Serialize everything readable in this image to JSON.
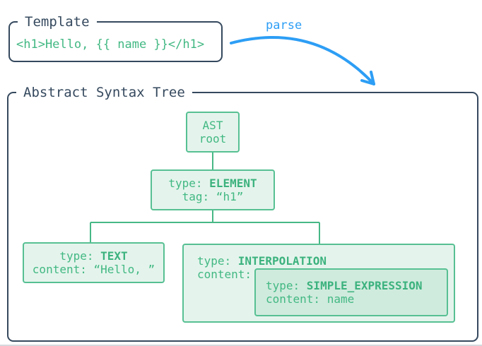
{
  "template_box": {
    "label": "Template",
    "code": "<h1>Hello, {{ name }}</h1>"
  },
  "parse_arrow": {
    "label": "parse"
  },
  "ast_box": {
    "label": "Abstract Syntax Tree"
  },
  "nodes": {
    "root": {
      "line1": "AST",
      "line2": "root"
    },
    "element": {
      "type_key": "type: ",
      "type_value": "ELEMENT",
      "detail": "tag: “h1”"
    },
    "text": {
      "type_key": "type: ",
      "type_value": "TEXT",
      "detail": "content: “Hello, ”"
    },
    "interpolation": {
      "type_key": "type: ",
      "type_value": "INTERPOLATION",
      "content_key": "content:"
    },
    "simple_expression": {
      "type_key": "type: ",
      "type_value": "SIMPLE_EXPRESSION",
      "detail": "content: name"
    }
  },
  "colors": {
    "navy": "#35495e",
    "green": "#42b883",
    "node_border": "#57c093",
    "node_fill": "#e4f4ec",
    "nested_fill": "#cfebdd",
    "arrow_blue": "#2d9ef5"
  }
}
